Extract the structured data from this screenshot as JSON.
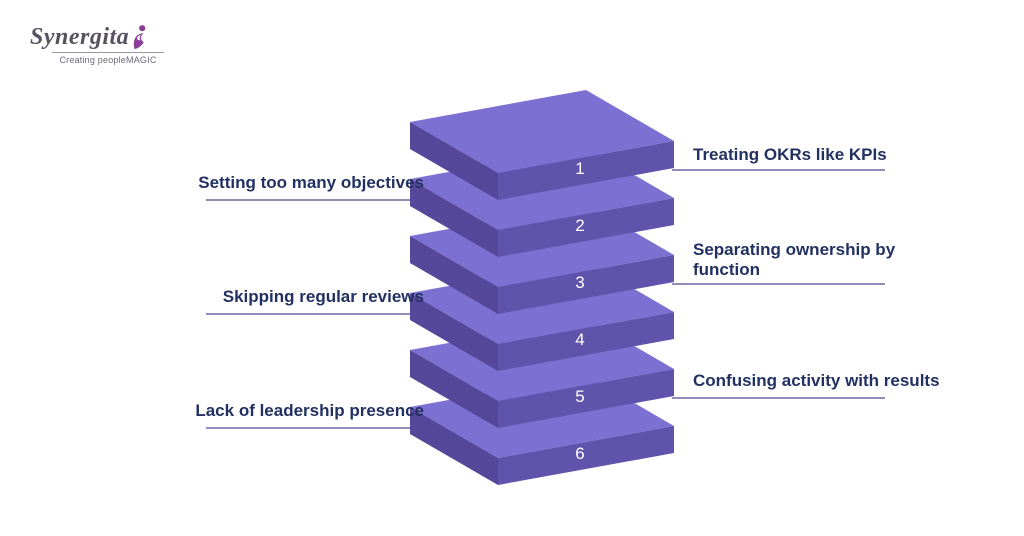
{
  "logo": {
    "brand": "Synergita",
    "tagline": "Creating peopleMAGIC"
  },
  "layers": [
    {
      "number": "1",
      "label": "Treating OKRs like KPIs",
      "side": "right"
    },
    {
      "number": "2",
      "label": "Setting too many objectives",
      "side": "left"
    },
    {
      "number": "3",
      "label": "Separating ownership by function",
      "side": "right"
    },
    {
      "number": "4",
      "label": "Skipping regular reviews",
      "side": "left"
    },
    {
      "number": "5",
      "label": "Confusing activity with results",
      "side": "right"
    },
    {
      "number": "6",
      "label": "Lack of leadership presence",
      "side": "left"
    }
  ],
  "colors": {
    "background": "#ffffff",
    "layer_top": "#7C70D2",
    "layer_left": "#55489A",
    "layer_right": "#6053AB",
    "label_text": "#233162",
    "connector": "#6C689E",
    "number_text": "#FFFFFF",
    "logo_text": "#57525F",
    "logo_icon": "#8B3E98",
    "logo_divider": "#9A96A6",
    "tagline_text": "#6E6A78"
  }
}
